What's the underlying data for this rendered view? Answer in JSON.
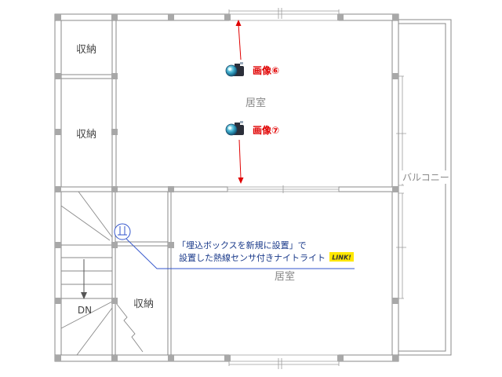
{
  "rooms": {
    "closet_upper_1": "収納",
    "closet_upper_2": "収納",
    "closet_lower": "収納",
    "living_upper": "居室",
    "living_lower": "居室",
    "balcony": "バルコニー"
  },
  "stairs": {
    "direction_label": "DN"
  },
  "photos": [
    {
      "label": "画像⑥",
      "icon": "camera-icon"
    },
    {
      "label": "画像⑦",
      "icon": "camera-icon"
    }
  ],
  "annotation": {
    "line1": "「埋込ボックスを新規に設置」で",
    "line2": "設置した熱線センサ付きナイトライト",
    "badge": "LINK!",
    "symbol_icon": "night-light-sensor-icon"
  },
  "colors": {
    "wall": "#888888",
    "column": "#a8a8a8",
    "room_label": "#888888",
    "photo_label": "#e00000",
    "arrow": "#e00000",
    "annotation_text": "#1a3a8a",
    "leader_line": "#3355cc",
    "badge_bg": "#ffe800"
  }
}
